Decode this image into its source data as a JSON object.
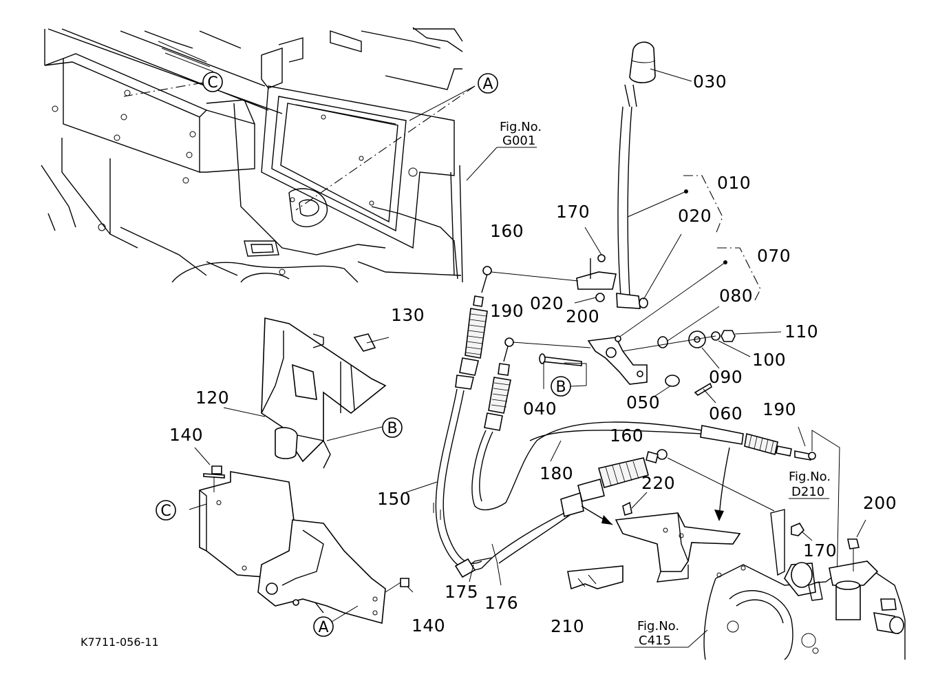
{
  "drawing": {
    "id": "K7711-056-11",
    "fig_refs": [
      {
        "prefix": "Fig.No.",
        "code": "G001"
      },
      {
        "prefix": "Fig.No.",
        "code": "D210"
      },
      {
        "prefix": "Fig.No.",
        "code": "C415"
      }
    ],
    "callouts": {
      "c010": "010",
      "c020a": "020",
      "c020b": "020",
      "c030": "030",
      "c040": "040",
      "c050": "050",
      "c060": "060",
      "c070": "070",
      "c080": "080",
      "c090": "090",
      "c100": "100",
      "c110": "110",
      "c120": "120",
      "c130": "130",
      "c140a": "140",
      "c140b": "140",
      "c150": "150",
      "c160a": "160",
      "c160b": "160",
      "c170a": "170",
      "c170b": "170",
      "c175": "175",
      "c176": "176",
      "c180": "180",
      "c190a": "190",
      "c190b": "190",
      "c200a": "200",
      "c200b": "200",
      "c210": "210",
      "c220": "220"
    },
    "ref_letters": {
      "A1": "A",
      "A2": "A",
      "B1": "B",
      "B2": "B",
      "C1": "C",
      "C2": "C"
    }
  }
}
